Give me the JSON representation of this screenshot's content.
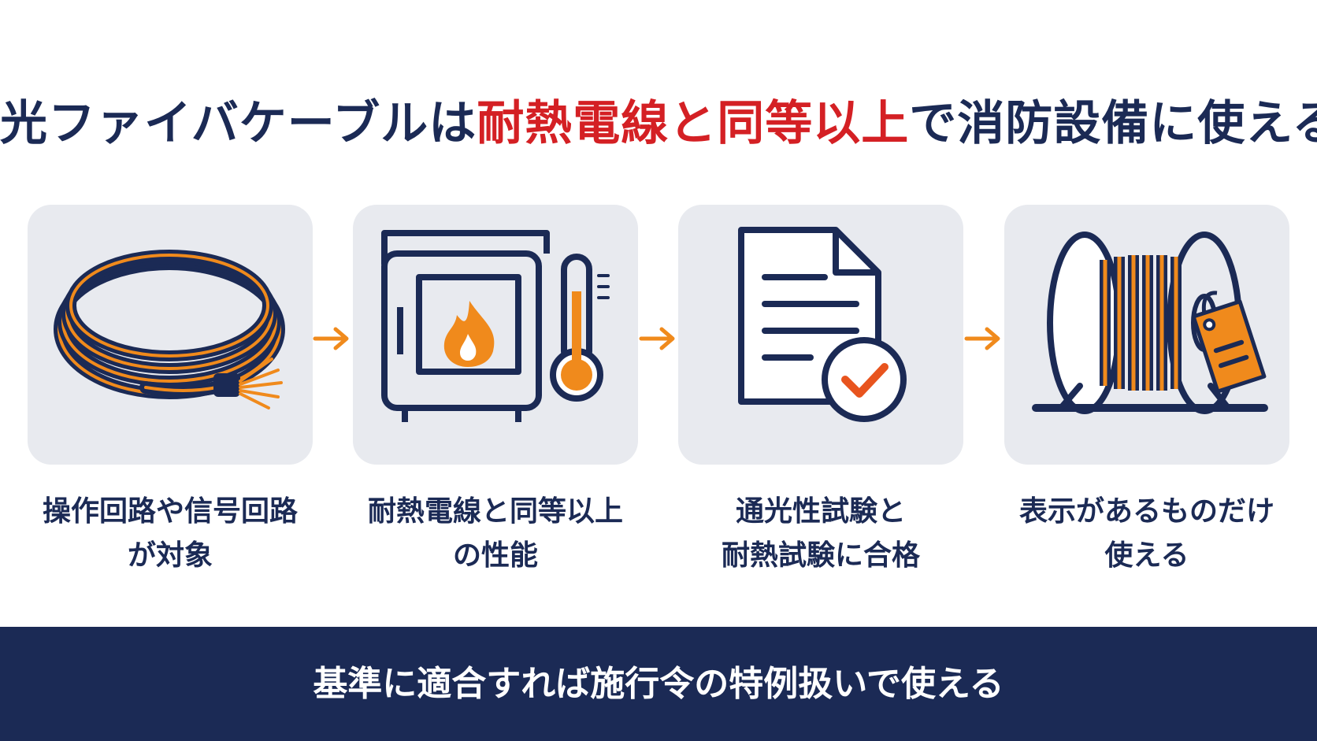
{
  "title": {
    "part1": "光ファイバケーブルは",
    "part2": "耐熱電線と同等以上",
    "part3": "で消防設備に使える"
  },
  "steps": [
    {
      "icon": "cable-coil-icon",
      "line1": "操作回路や信号回路",
      "line2": "が対象"
    },
    {
      "icon": "furnace-thermometer-icon",
      "line1": "耐熱電線と同等以上",
      "line2": "の性能"
    },
    {
      "icon": "document-check-icon",
      "line1": "通光性試験と",
      "line2": "耐熱試験に合格"
    },
    {
      "icon": "cable-reel-tag-icon",
      "line1": "表示があるものだけ",
      "line2": "使える"
    }
  ],
  "footer": {
    "text": "基準に適合すれば施行令の特例扱いで使える"
  },
  "colors": {
    "navy": "#1b2a55",
    "orange": "#f08a1c",
    "red": "#d42024",
    "card": "#e8eaef"
  }
}
